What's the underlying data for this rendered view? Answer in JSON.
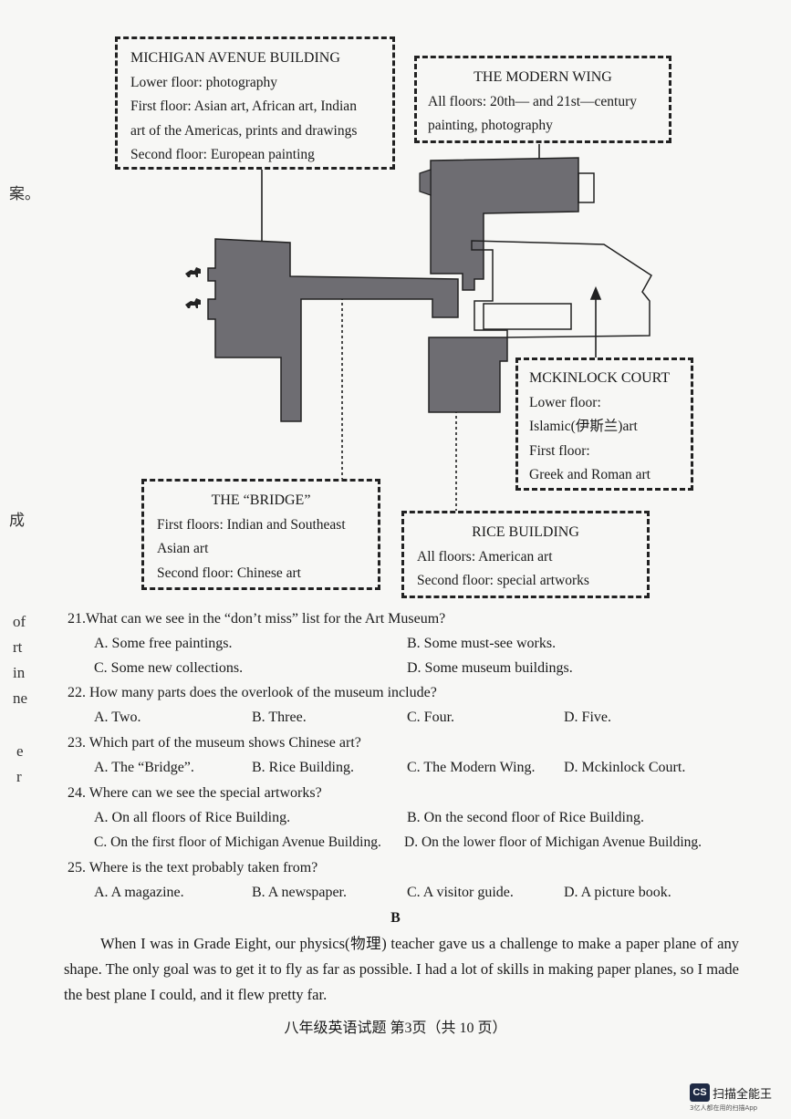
{
  "margin_glyphs": [
    "案。",
    "成",
    "of",
    "rt",
    "in",
    "ne",
    "e",
    "r"
  ],
  "boxes": {
    "michigan": {
      "title": "MICHIGAN AVENUE BUILDING",
      "lines": [
        "Lower floor: photography",
        "First floor: Asian art, African art, Indian",
        "art of the Americas, prints and drawings",
        "Second floor: European painting"
      ]
    },
    "modern": {
      "title": "THE MODERN WING",
      "lines": [
        "All floors: 20th— and 21st—century",
        "painting, photography"
      ]
    },
    "mckinlock": {
      "title": "MCKINLOCK COURT",
      "lines": [
        "Lower floor:",
        "Islamic(伊斯兰)art",
        "First floor:",
        "Greek and Roman art"
      ]
    },
    "bridge": {
      "title": "THE “BRIDGE”",
      "lines": [
        "First floors: Indian and Southeast",
        "Asian art",
        "Second floor: Chinese art"
      ]
    },
    "rice": {
      "title": "RICE BUILDING",
      "lines": [
        "All floors: American art",
        "Second floor: special artworks"
      ]
    }
  },
  "questions": [
    {
      "stem": "21.What can we see in the “don’t miss” list for the Art Museum?",
      "options": [
        "A. Some free paintings.",
        "B. Some must-see works.",
        "C. Some new collections.",
        "D. Some museum buildings."
      ]
    },
    {
      "stem": "22. How many parts does the overlook of the museum include?",
      "options": [
        "A. Two.",
        "B. Three.",
        "C. Four.",
        "D. Five."
      ]
    },
    {
      "stem": "23. Which part of the museum shows Chinese art?",
      "options": [
        "A. The “Bridge”.",
        "B. Rice Building.",
        "C. The Modern Wing.",
        "D. Mckinlock Court."
      ]
    },
    {
      "stem": "24. Where can we see the special artworks?",
      "options": [
        "A. On all floors of Rice Building.",
        "B. On the second floor of Rice Building.",
        "C. On the first floor of Michigan Avenue Building.",
        "D. On the lower floor of Michigan Avenue Building."
      ]
    },
    {
      "stem": "25. Where is the text probably taken from?",
      "options": [
        "A. A magazine.",
        "B. A newspaper.",
        "C. A visitor guide.",
        "D. A picture book."
      ]
    }
  ],
  "section_label": "B",
  "paragraph": "When I was in Grade Eight, our physics(物理) teacher gave us a challenge to make a paper plane of any shape. The only goal was to get it to fly as far as possible. I had a lot of skills in making paper planes, so I made the best plane I could, and it flew pretty far.",
  "footer": "八年级英语试题 第3页（共 10 页）",
  "watermark": {
    "badge": "CS",
    "name": "扫描全能王",
    "sub": "3亿人都在用的扫描App"
  },
  "colors": {
    "building_fill": "#6e6d72",
    "outline": "#222222"
  }
}
